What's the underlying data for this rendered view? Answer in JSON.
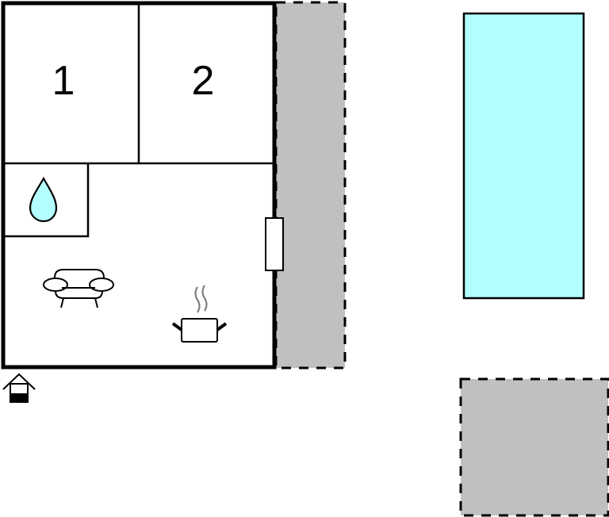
{
  "plan": {
    "rooms": [
      {
        "id": "room-1",
        "label": "1"
      },
      {
        "id": "room-2",
        "label": "2"
      }
    ],
    "icons": {
      "bathroom": "water-drop-icon",
      "living": "sofa-icon",
      "kitchen": "cooking-pot-icon",
      "entrance": "entrance-house-icon"
    },
    "areas": {
      "terrace_right": "terrace",
      "pool": "pool",
      "terrace_bottom_right": "terrace"
    },
    "colors": {
      "wall": "#000000",
      "terrace_fill": "#c0c0c0",
      "pool_fill": "#b3ffff",
      "water_fill": "#b3ffff",
      "steam": "#808080",
      "background": "#ffffff"
    }
  }
}
